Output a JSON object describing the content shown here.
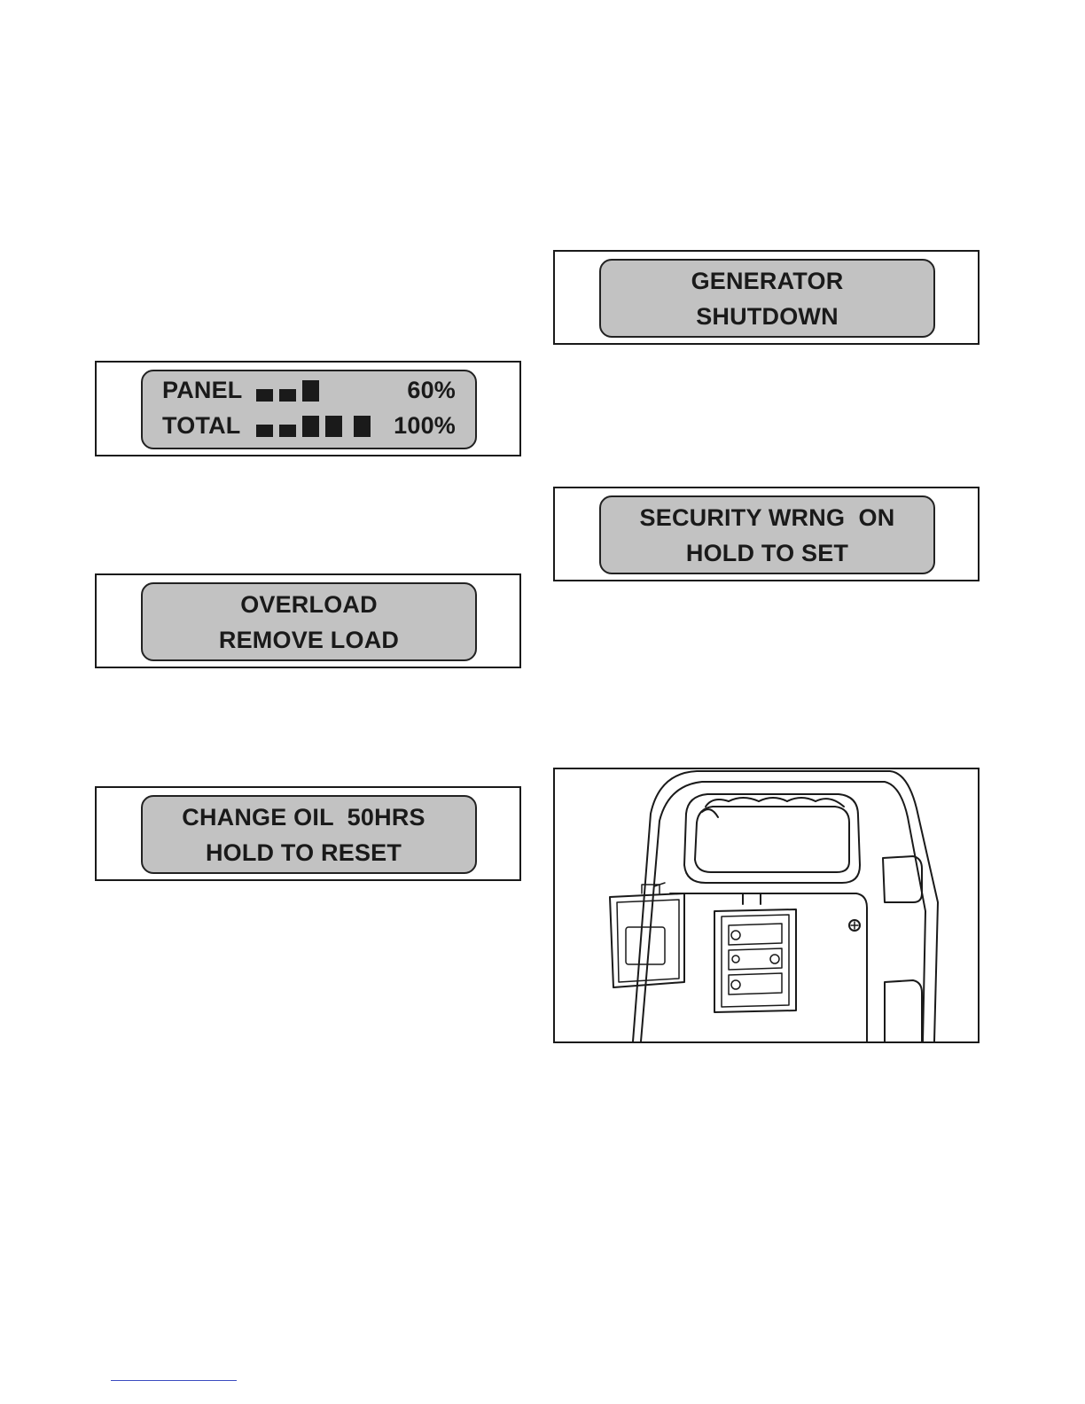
{
  "displays": {
    "meter": {
      "rows": [
        {
          "label": "PANEL",
          "percent": "60%",
          "level": 0.6
        },
        {
          "label": "TOTAL",
          "percent": "100%",
          "level": 1.0
        }
      ]
    },
    "overload": {
      "line1": "OVERLOAD",
      "line2": "REMOVE LOAD"
    },
    "change_oil": {
      "line1": "CHANGE OIL  50HRS",
      "line2": "HOLD TO RESET"
    },
    "shutdown": {
      "line1": "GENERATOR",
      "line2": "SHUTDOWN"
    },
    "security": {
      "line1": "SECURITY WRNG  ON",
      "line2": "HOLD TO SET"
    }
  },
  "illustration": {
    "icon": "battery-compartment-remote-illustration"
  }
}
